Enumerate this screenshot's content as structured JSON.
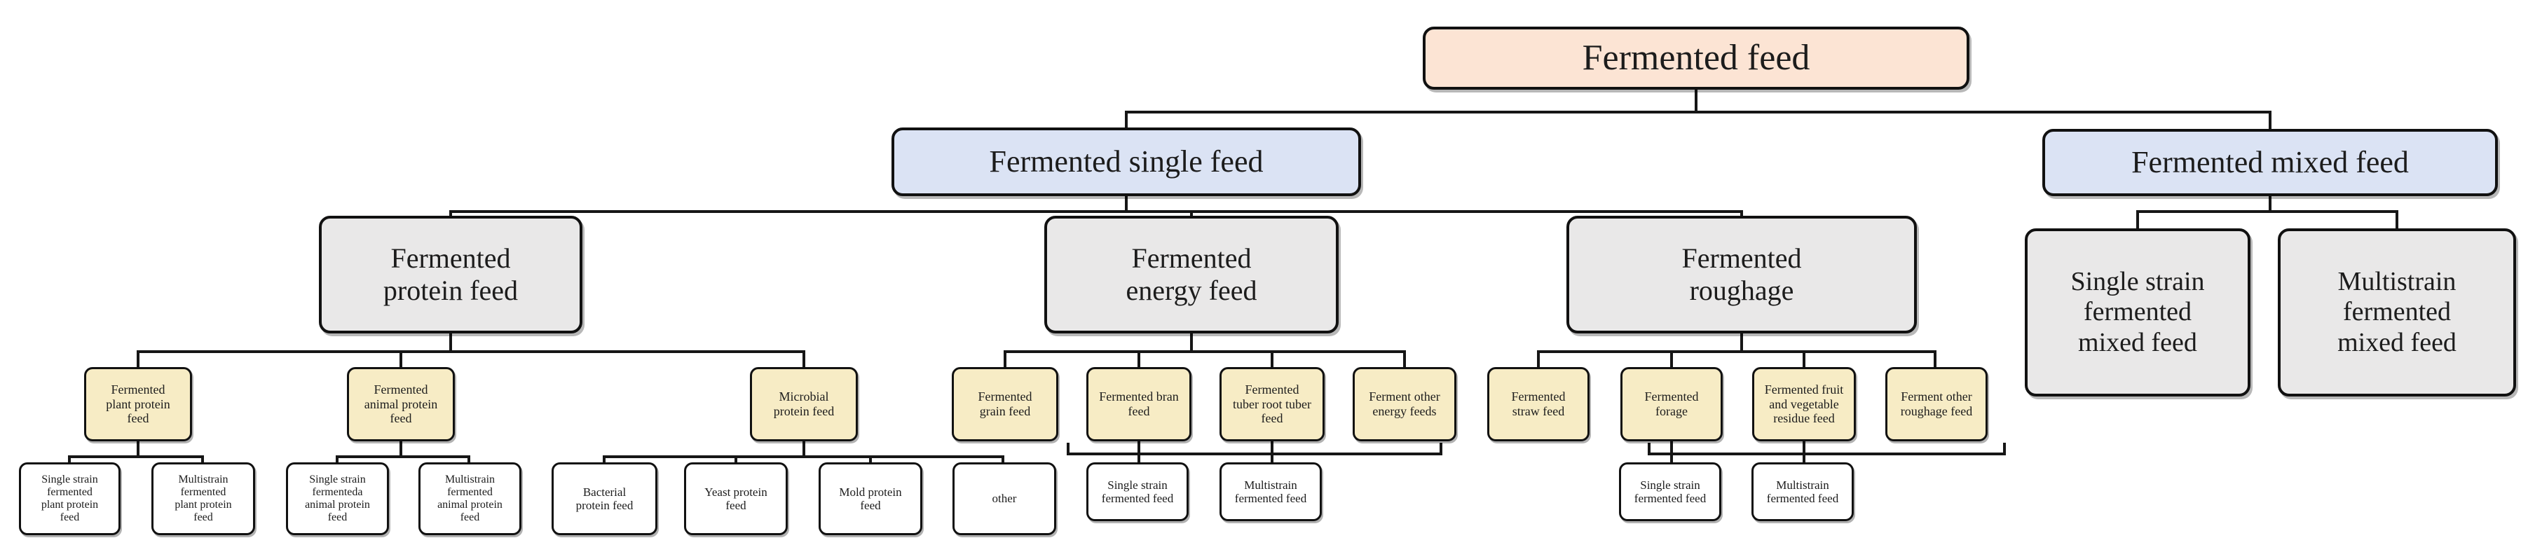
{
  "colors": {
    "root_bg": "#fce4d4",
    "level2_bg": "#dbe3f4",
    "category_bg": "#e9e8e8",
    "subtype_bg": "#f7ecc5",
    "leaf_bg": "#ffffff",
    "line": "#161616",
    "border": "#111111"
  },
  "nodes": {
    "root": {
      "label": "Fermented feed"
    },
    "single_feed": {
      "label": "Fermented single feed"
    },
    "mixed_feed": {
      "label": "Fermented mixed feed"
    },
    "protein_feed": {
      "label": "Fermented\nprotein feed"
    },
    "energy_feed": {
      "label": "Fermented\nenergy feed"
    },
    "roughage": {
      "label": "Fermented\nroughage"
    },
    "single_mixed": {
      "label": "Single strain\nfermented\nmixed feed"
    },
    "multi_mixed": {
      "label": "Multistrain\nfermented\nmixed feed"
    },
    "plant_protein": {
      "label": "Fermented\nplant protein\nfeed"
    },
    "animal_protein": {
      "label": "Fermented\nanimal protein\nfeed"
    },
    "microbial_protein": {
      "label": "Microbial\nprotein feed"
    },
    "grain": {
      "label": "Fermented\ngrain feed"
    },
    "bran": {
      "label": "Fermented bran\nfeed"
    },
    "tuber": {
      "label": "Fermented\ntuber root tuber\nfeed"
    },
    "other_energy": {
      "label": "Ferment other\nenergy feeds"
    },
    "straw": {
      "label": "Fermented\nstraw feed"
    },
    "forage": {
      "label": "Fermented\nforage"
    },
    "fruit_veg": {
      "label": "Fermented fruit\nand vegetable\nresidue feed"
    },
    "other_roughage": {
      "label": "Ferment other\nroughage feed"
    },
    "ss_plant": {
      "label": "Single strain\nfermented\nplant protein\nfeed"
    },
    "ms_plant": {
      "label": "Multistrain\nfermented\nplant protein\nfeed"
    },
    "ss_animal": {
      "label": "Single strain\nfermenteda\nanimal protein\nfeed"
    },
    "ms_animal": {
      "label": "Multistrain\nfermented\nanimal protein\nfeed"
    },
    "bacterial": {
      "label": "Bacterial\nprotein feed"
    },
    "yeast": {
      "label": "Yeast protein\nfeed"
    },
    "mold": {
      "label": "Mold protein\nfeed"
    },
    "other": {
      "label": "other"
    },
    "ss_energy": {
      "label": "Single strain\nfermented feed"
    },
    "ms_energy": {
      "label": "Multistrain\nfermented feed"
    },
    "ss_roughage": {
      "label": "Single strain\nfermented feed"
    },
    "ms_roughage": {
      "label": "Multistrain\nfermented feed"
    }
  }
}
